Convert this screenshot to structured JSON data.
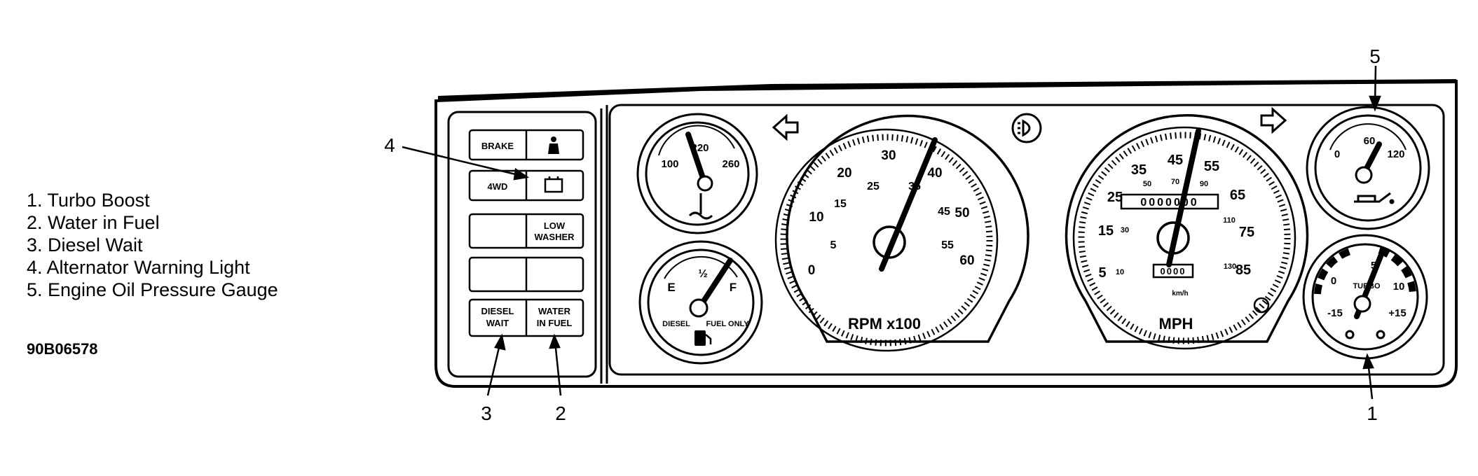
{
  "legend": {
    "items": [
      "1. Turbo Boost",
      "2. Water in Fuel",
      "3. Diesel Wait",
      "4. Alternator Warning Light",
      "5. Engine Oil Pressure Gauge"
    ]
  },
  "figure_code": "90B06578",
  "callouts": [
    "1",
    "2",
    "3",
    "4",
    "5"
  ],
  "warning_panel": {
    "brake": "BRAKE",
    "fwd": "4WD",
    "low_washer_1": "LOW",
    "low_washer_2": "WASHER",
    "diesel_wait_1": "DIESEL",
    "diesel_wait_2": "WAIT",
    "water_fuel_1": "WATER",
    "water_fuel_2": "IN FUEL"
  },
  "temp_gauge": {
    "ticks": [
      "100",
      "220",
      "260"
    ]
  },
  "fuel_gauge": {
    "ticks": [
      "E",
      "½",
      "F"
    ],
    "caption_left": "DIESEL",
    "caption_right": "FUEL ONLY"
  },
  "tachometer": {
    "outer_ticks": [
      "0",
      "10",
      "20",
      "30",
      "40",
      "50",
      "60"
    ],
    "inner_ticks": [
      "5",
      "15",
      "25",
      "35",
      "45",
      "55"
    ],
    "label": "RPM x100"
  },
  "speedometer": {
    "mph_ticks": [
      "5",
      "15",
      "25",
      "35",
      "45",
      "55",
      "65",
      "75",
      "85"
    ],
    "kmh_ticks": [
      "10",
      "30",
      "50",
      "70",
      "90",
      "110",
      "130"
    ],
    "odometer": "0000000",
    "trip": "0000",
    "unit_small": "km/h",
    "label": "MPH"
  },
  "oil_gauge": {
    "ticks": [
      "0",
      "60",
      "120"
    ]
  },
  "turbo_gauge": {
    "ticks": [
      "0",
      "5",
      "10",
      "-15",
      "+15"
    ],
    "label": "TURBO"
  }
}
